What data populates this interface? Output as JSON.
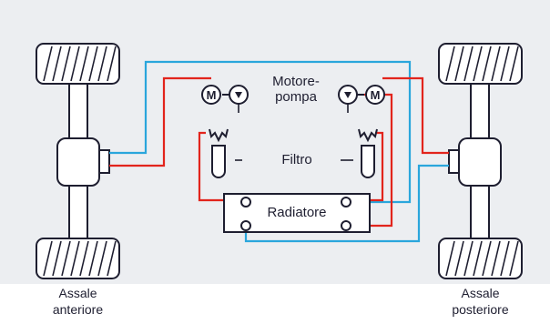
{
  "diagram": {
    "labels": {
      "pump": "Motore-pompa",
      "pump_line1": "Motore-",
      "pump_line2": "pompa",
      "filter": "Filtro",
      "radiator": "Radiatore",
      "front_axle_line1": "Assale",
      "front_axle_line2": "anteriore",
      "rear_axle_line1": "Assale",
      "rear_axle_line2": "posteriore",
      "motor_symbol": "M"
    },
    "colors": {
      "background": "#eceef1",
      "outline": "#1e1e30",
      "hot_line": "#e2241c",
      "cold_line": "#2aa6dc",
      "component_fill": "#ffffff"
    },
    "icons": [
      "tyre-icon",
      "axle-icon",
      "motor-icon",
      "pump-icon",
      "filter-icon",
      "radiator-icon"
    ]
  }
}
